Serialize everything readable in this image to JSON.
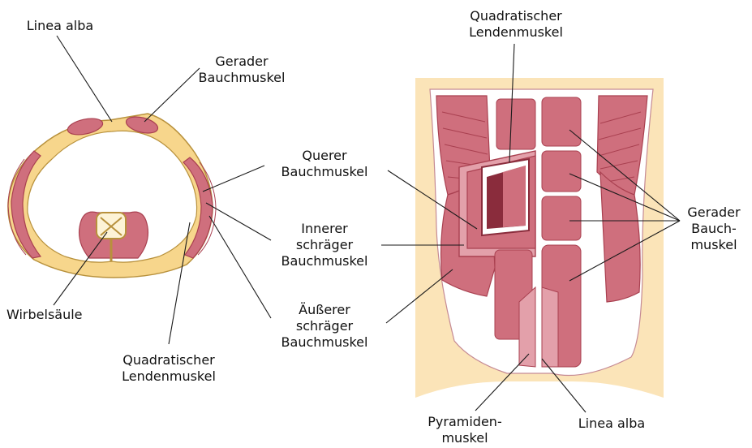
{
  "colors": {
    "muscle": "#cf6f7d",
    "muscle_dark": "#a94050",
    "muscle_light": "#e3a0aa",
    "tendon": "#f7d68c",
    "tendon_stroke": "#b8913c",
    "skin": "#fbe4b8",
    "leader": "#1a1a1a"
  },
  "cross_section": {
    "linea_alba": [
      "Linea alba"
    ],
    "gerader": [
      "Gerader",
      "Bauchmuskel"
    ],
    "wirbelsaeule": [
      "Wirbelsäule"
    ],
    "quadratischer": [
      "Quadratischer",
      "Lendenmuskel"
    ]
  },
  "center": {
    "querer": [
      "Querer",
      "Bauchmuskel"
    ],
    "innerer": [
      "Innerer",
      "schräger",
      "Bauchmuskel"
    ],
    "aeusserer": [
      "Äußerer",
      "schräger",
      "Bauchmuskel"
    ]
  },
  "front_view": {
    "quadratischer": [
      "Quadratischer",
      "Lendenmuskel"
    ],
    "gerader": [
      "Gerader",
      "Bauch-",
      "muskel"
    ],
    "pyramiden": [
      "Pyramiden-",
      "muskel"
    ],
    "linea_alba": [
      "Linea alba"
    ]
  }
}
